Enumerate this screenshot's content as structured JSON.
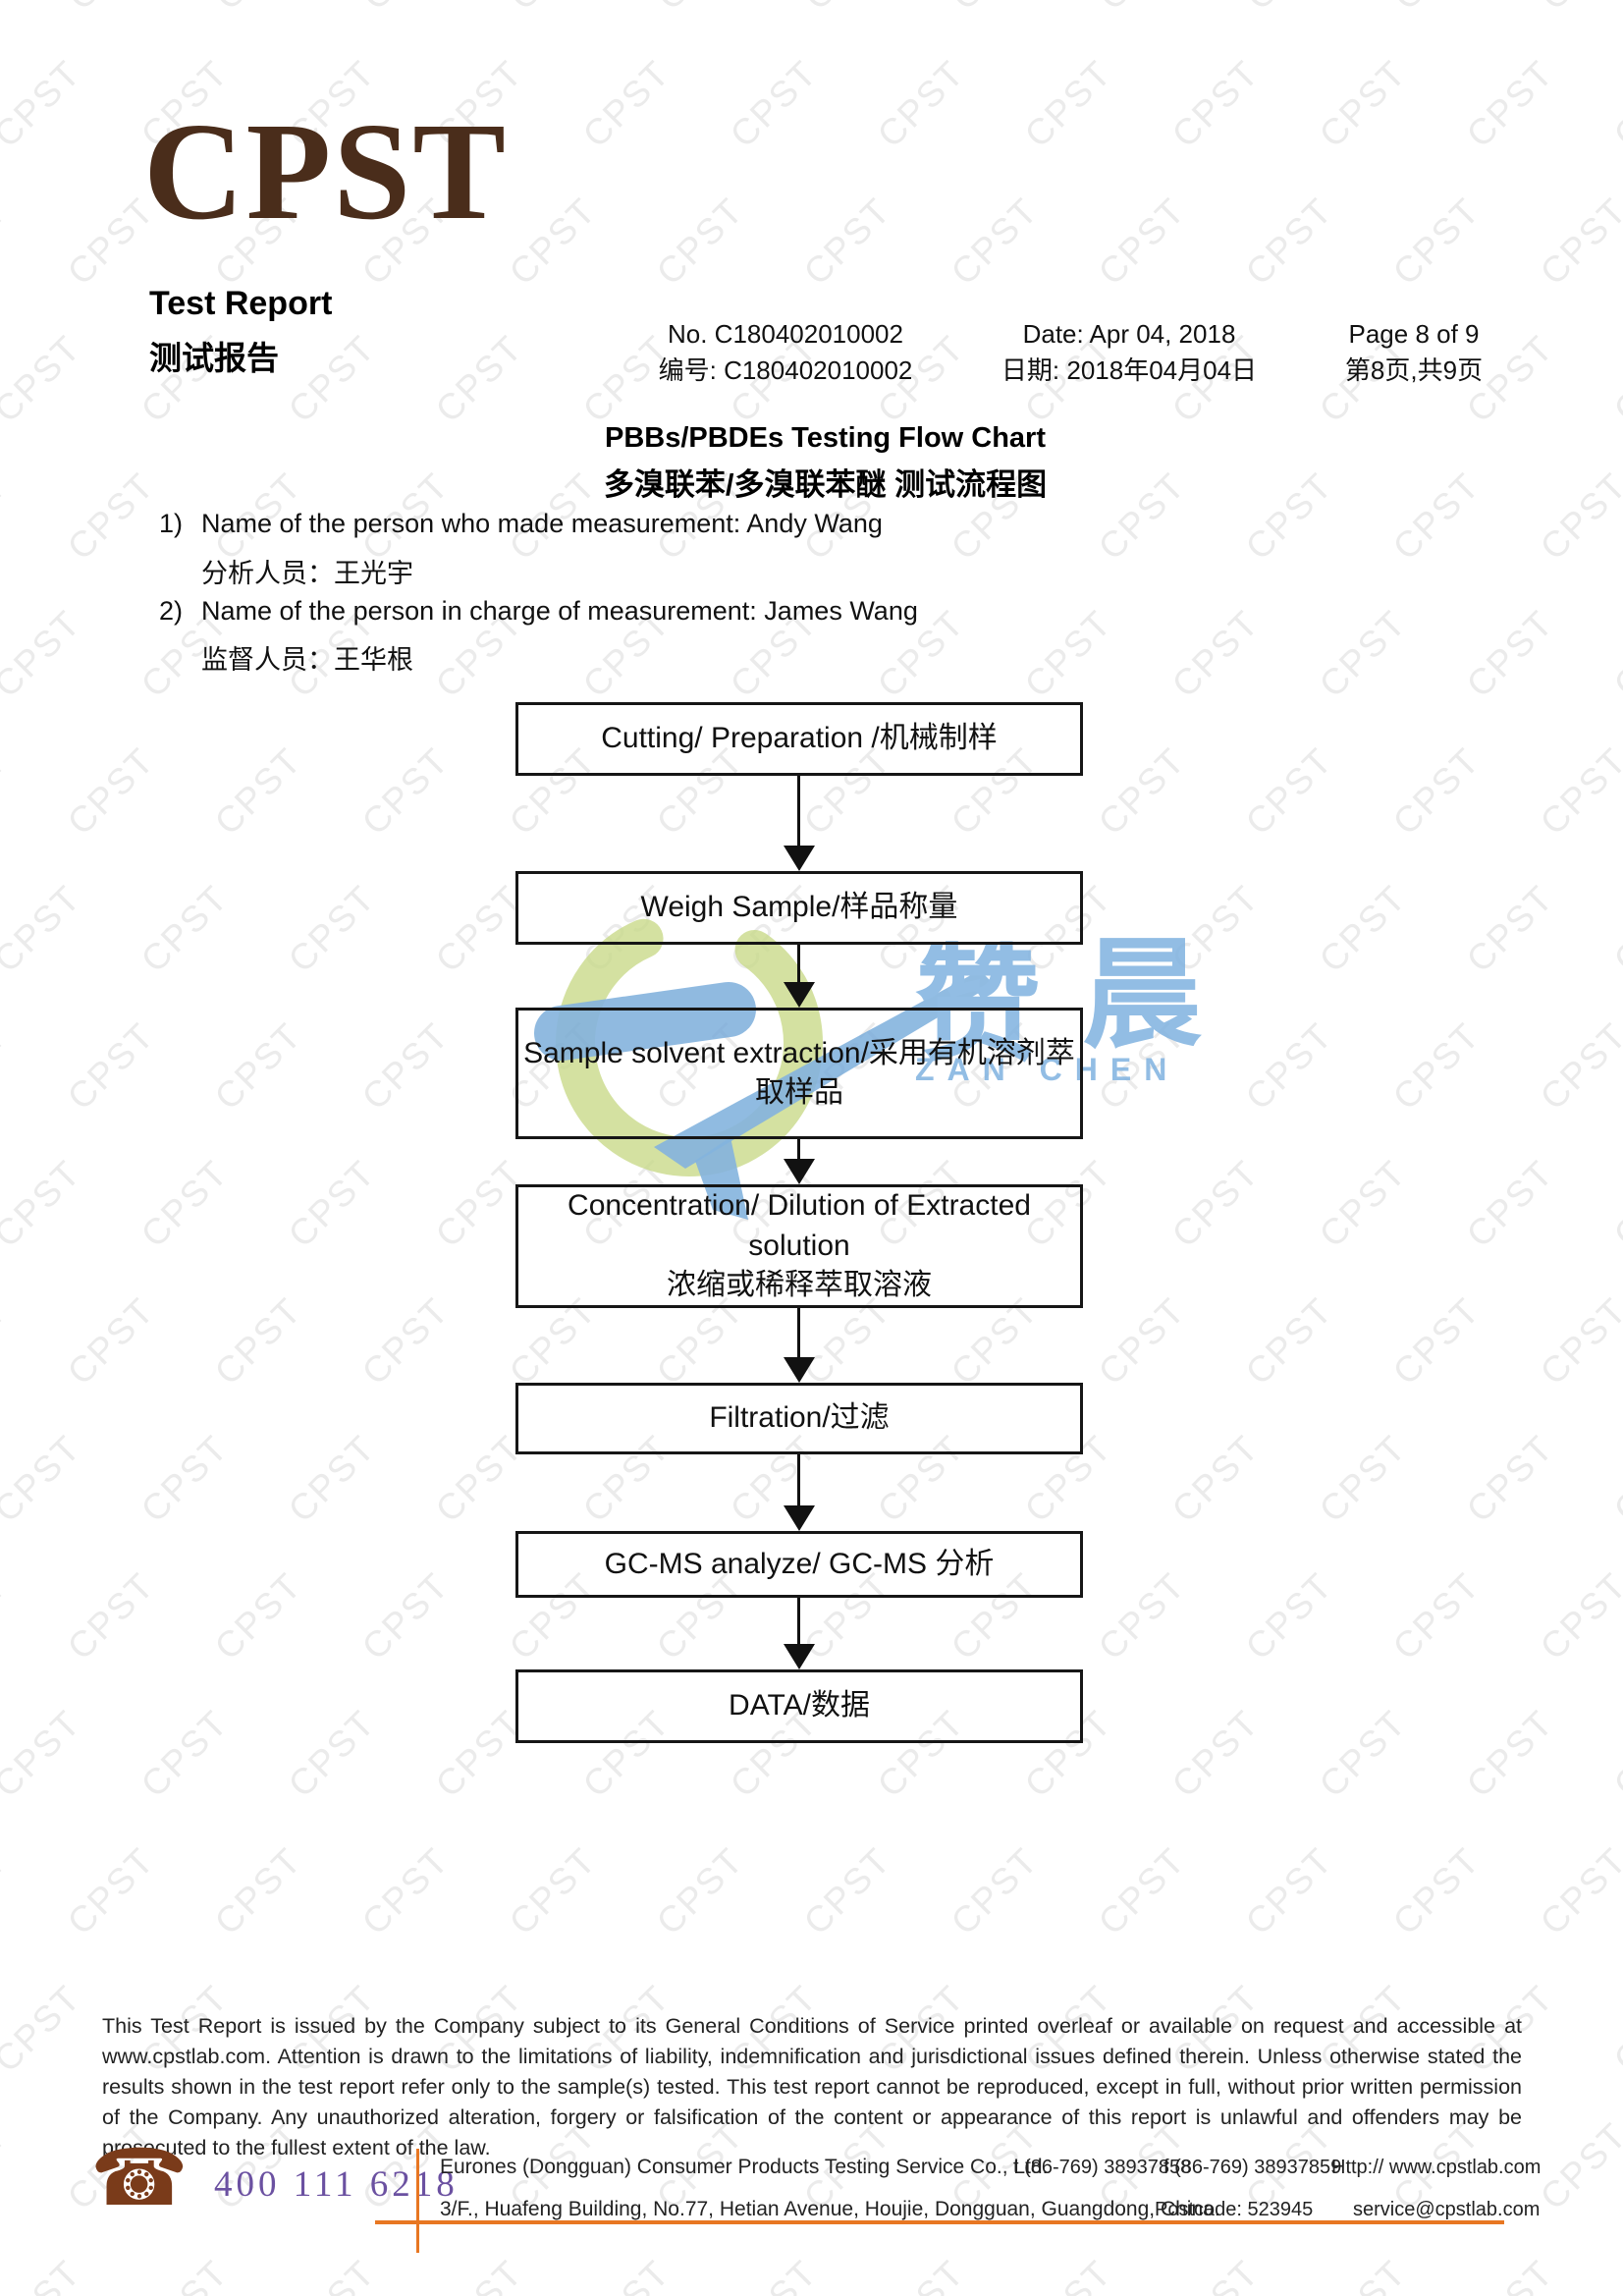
{
  "watermark": {
    "text": "CPST"
  },
  "header": {
    "logo": "CPST",
    "title_en": "Test Report",
    "title_zh": "测试报告",
    "report_no_en": "No. C180402010002",
    "report_no_zh": "编号: C180402010002",
    "date_en": "Date: Apr 04, 2018",
    "date_zh": "日期: 2018年04月04日",
    "page_en": "Page 8 of 9",
    "page_zh": "第8页,共9页"
  },
  "flow_chart": {
    "title_en": "PBBs/PBDEs Testing Flow Chart",
    "title_zh": "多溴联苯/多溴联苯醚 测试流程图",
    "notes": [
      {
        "num": "1)",
        "en": "Name of the person who made measurement: Andy Wang",
        "zh": "分析人员：王光宇"
      },
      {
        "num": "2)",
        "en": "Name of the person in charge of measurement: James Wang",
        "zh": "监督人员：王华根"
      }
    ],
    "steps": [
      {
        "line1": "Cutting/ Preparation /机械制样",
        "line2": ""
      },
      {
        "line1": "Weigh Sample/样品称量",
        "line2": ""
      },
      {
        "line1": "Sample solvent extraction/采用有机溶剂萃",
        "line2": "取样品"
      },
      {
        "line1": "Concentration/ Dilution of Extracted solution",
        "line2": "浓缩或稀释萃取溶液"
      },
      {
        "line1": "Filtration/过滤",
        "line2": ""
      },
      {
        "line1": "GC-MS analyze/ GC-MS 分析",
        "line2": ""
      },
      {
        "line1": "DATA/数据",
        "line2": ""
      }
    ]
  },
  "zanchen_logo": {
    "char1": "赞",
    "char2": "晨",
    "latin": "ZAN CHEN",
    "blue": "#7fb2e0",
    "green": "#c6d885"
  },
  "footer": {
    "legal": "This Test Report is issued by the Company subject to its General Conditions of Service printed overleaf or available on request and accessible at www.cpstlab.com. Attention is drawn to the limitations of liability, indemnification and jurisdictional issues defined therein. Unless otherwise stated the results shown in the test report refer only to the sample(s) tested. This test report cannot be reproduced, except in full, without prior written permission of the Company. Any unauthorized alteration, forgery or falsification of the content or appearance of this report is unlawful and offenders may be prosecuted to the fullest extent of the law.",
    "phone_icon": "☎",
    "phone": "400 111 6218",
    "company": "Eurones (Dongguan) Consumer Products Testing Service Co., Ltd.",
    "tel": "t (86-769) 38937858",
    "fax": "f (86-769) 38937859",
    "web": "Http:// www.cpstlab.com",
    "address": "3/F., Huafeng Building, No.77, Hetian Avenue, Houjie, Dongguan, Guangdong, China.",
    "postcode": "Postcode: 523945",
    "email": "service@cpstlab.com",
    "accent_orange": "#e87722"
  }
}
